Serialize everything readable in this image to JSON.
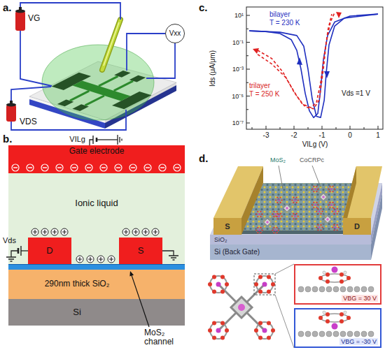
{
  "diagram": {
    "nodes": [
      {
        "text": [
          "Vxx"
        ]
      },
      {
        "text": [
          "Gate electrode"
        ]
      },
      {
        "text": [
          "Ionic liquid"
        ]
      },
      {
        "text": [
          "D"
        ],
        "in": 2
      },
      {
        "text": [
          "S"
        ],
        "in": 2
      },
      {
        "text": [
          "290nm thick SiO₂"
        ]
      },
      {
        "text": [
          "Si"
        ]
      },
      {
        "text": [
          "S"
        ]
      },
      {
        "text": [
          "D"
        ]
      },
      {
        "text": [
          "SiO₂"
        ]
      },
      {
        "text": [
          "Si (Back Gate)"
        ]
      },
      {
        "text": [
          "VBG = 30 V"
        ]
      },
      {
        "text": [
          "VBG = -30 V"
        ]
      }
    ],
    "labels": [
      "a.",
      "VG",
      "VDS",
      "b.",
      "VILg",
      "Vds",
      "MoS₂ channel",
      "c.",
      "bilayer",
      "T = 230 K",
      "trilayer",
      "T = 250 K",
      "Vds =1 V",
      "10¹",
      "10⁻¹",
      "10⁻³",
      "10⁻⁵",
      "10⁻⁷",
      "-3",
      "-2",
      "-1",
      "0",
      "1",
      "Ids (μA/μm)",
      "VILg (V)",
      "d.",
      "MoS₂",
      "CoCRPc"
    ]
  }
}
